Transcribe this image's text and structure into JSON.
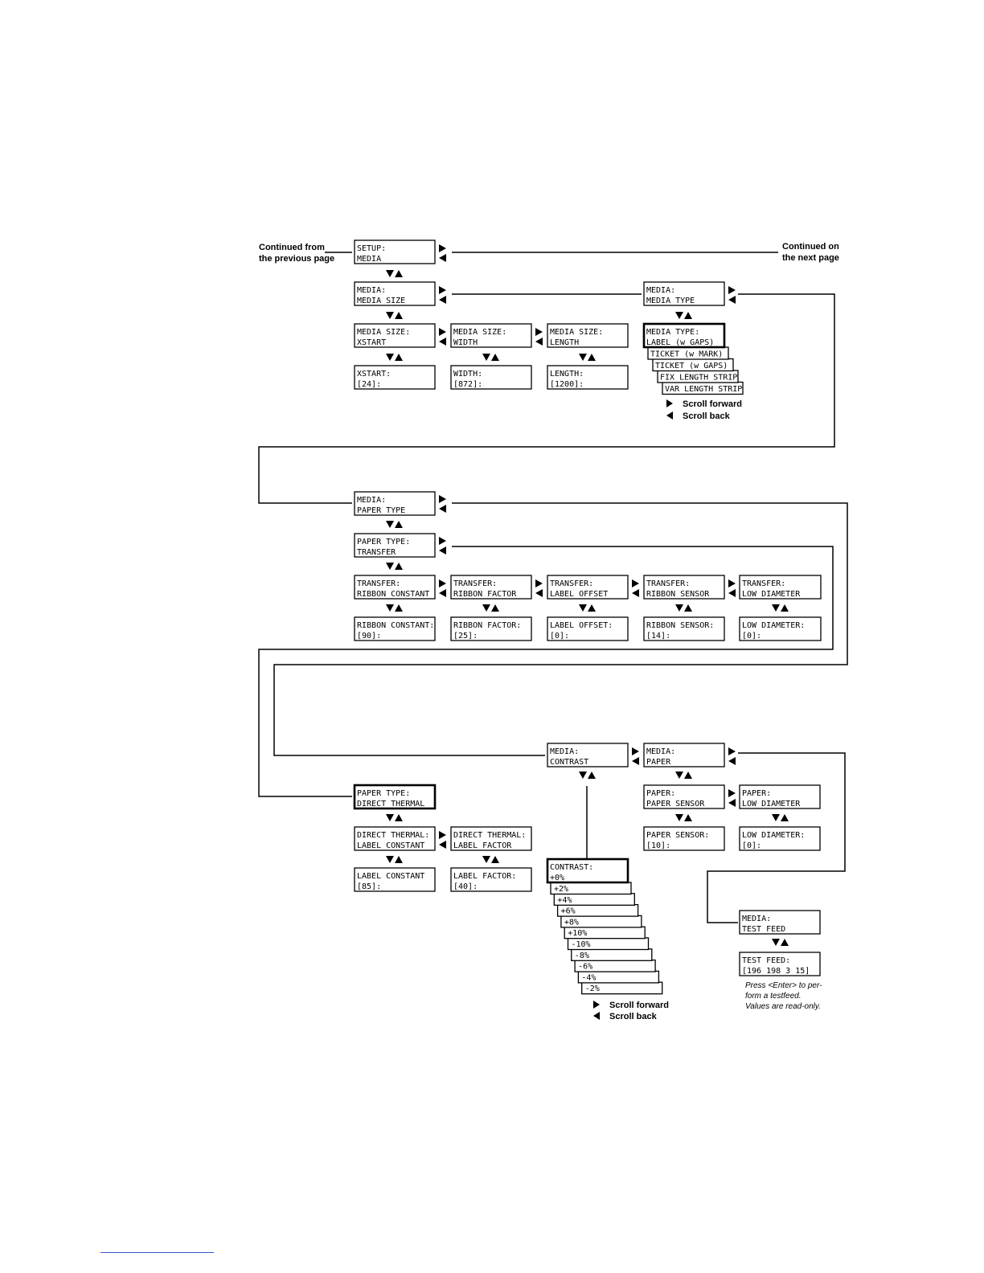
{
  "notes": {
    "continued_from": [
      "Continued from",
      "the previous page"
    ],
    "continued_on": [
      "Continued on",
      "the next page"
    ],
    "scroll_forward": "Scroll forward",
    "scroll_back": "Scroll back",
    "testfeed_hint": [
      "Press <Enter> to per-",
      "form a testfeed.",
      "Values are read-only."
    ]
  },
  "boxes": {
    "setup_media": [
      "SETUP:",
      "MEDIA"
    ],
    "media_media_size": [
      "MEDIA:",
      "MEDIA SIZE"
    ],
    "media_media_type": [
      "MEDIA:",
      "MEDIA TYPE"
    ],
    "media_size_xstart": [
      "MEDIA SIZE:",
      "XSTART"
    ],
    "media_size_width": [
      "MEDIA SIZE:",
      "WIDTH"
    ],
    "media_size_length": [
      "MEDIA SIZE:",
      "LENGTH"
    ],
    "media_type_label": [
      "MEDIA TYPE:",
      "LABEL (w GAPS)"
    ],
    "xstart_value": [
      "XSTART:",
      "[24]:"
    ],
    "width_value": [
      "WIDTH:",
      "[872]:"
    ],
    "length_value": [
      "LENGTH:",
      "[1200]:"
    ],
    "media_paper_type": [
      "MEDIA:",
      "PAPER TYPE"
    ],
    "paper_type_transfer": [
      "PAPER TYPE:",
      "TRANSFER"
    ],
    "transfer_ribbon_constant": [
      "TRANSFER:",
      "RIBBON CONSTANT"
    ],
    "transfer_ribbon_factor": [
      "TRANSFER:",
      "RIBBON FACTOR"
    ],
    "transfer_label_offset": [
      "TRANSFER:",
      "LABEL OFFSET"
    ],
    "transfer_ribbon_sensor": [
      "TRANSFER:",
      "RIBBON SENSOR"
    ],
    "transfer_low_diameter": [
      "TRANSFER:",
      "LOW DIAMETER"
    ],
    "ribbon_constant_value": [
      "RIBBON CONSTANT:",
      "[90]:"
    ],
    "ribbon_factor_value": [
      "RIBBON FACTOR:",
      "[25]:"
    ],
    "label_offset_value": [
      "LABEL OFFSET:",
      "[0]:"
    ],
    "ribbon_sensor_value": [
      "RIBBON SENSOR:",
      "[14]:"
    ],
    "low_diameter_value_transfer": [
      "LOW DIAMETER:",
      "[0]:"
    ],
    "media_contrast": [
      "MEDIA:",
      "CONTRAST"
    ],
    "media_paper": [
      "MEDIA:",
      "PAPER"
    ],
    "paper_type_direct_thermal": [
      "PAPER TYPE:",
      "DIRECT THERMAL"
    ],
    "paper_paper_sensor": [
      "PAPER:",
      "PAPER SENSOR"
    ],
    "paper_low_diameter": [
      "PAPER:",
      "LOW DIAMETER"
    ],
    "direct_thermal_label_constant": [
      "DIRECT THERMAL:",
      "LABEL CONSTANT"
    ],
    "direct_thermal_label_factor": [
      "DIRECT THERMAL:",
      "LABEL FACTOR"
    ],
    "paper_sensor_value": [
      "PAPER SENSOR:",
      "[10]:"
    ],
    "low_diameter_value_paper": [
      "LOW DIAMETER:",
      "[0]:"
    ],
    "label_constant_value": [
      "LABEL CONSTANT",
      "[85]:"
    ],
    "label_factor_value": [
      "LABEL FACTOR:",
      "[40]:"
    ],
    "contrast_header": [
      "CONTRAST:",
      "+0%"
    ],
    "media_test_feed": [
      "MEDIA:",
      "TEST FEED"
    ],
    "test_feed_value": [
      "TEST FEED:",
      "[196 198 3 15]"
    ]
  },
  "media_type_options": [
    "TICKET (w MARK)",
    "TICKET (w GAPS)",
    "FIX LENGTH STRIP",
    "VAR LENGTH STRIP"
  ],
  "contrast_options": [
    "+2%",
    "+4%",
    "+6%",
    "+8%",
    "+10%",
    "-10%",
    "-8%",
    "-6%",
    "-4%",
    "-2%"
  ]
}
